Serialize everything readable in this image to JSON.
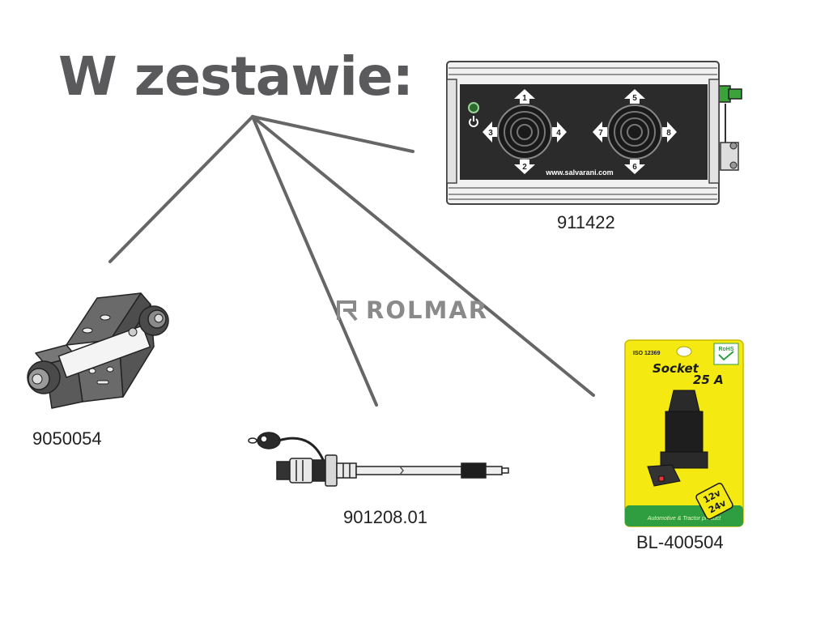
{
  "title": "W zestawie:",
  "watermark": "ROLMAR",
  "products": {
    "control_box": {
      "code": "911422",
      "website": "www.salvarani.com",
      "buttons": [
        "1",
        "2",
        "3",
        "4",
        "5",
        "6",
        "7",
        "8"
      ]
    },
    "bracket": {
      "code": "9050054"
    },
    "cable": {
      "code": "901208.01"
    },
    "socket": {
      "code": "BL-400504",
      "iso": "ISO 12369",
      "rohs": "RoHS",
      "name": "Socket",
      "amps": "25 A",
      "voltage_a": "12v",
      "voltage_b": "24v",
      "footer": "Automotive & Tractor product"
    }
  },
  "colors": {
    "title": "#5a5a5c",
    "lines": "#666666",
    "panel": "#2b2b2b",
    "card": "#f4ea12",
    "card_green": "#2f9e41"
  }
}
